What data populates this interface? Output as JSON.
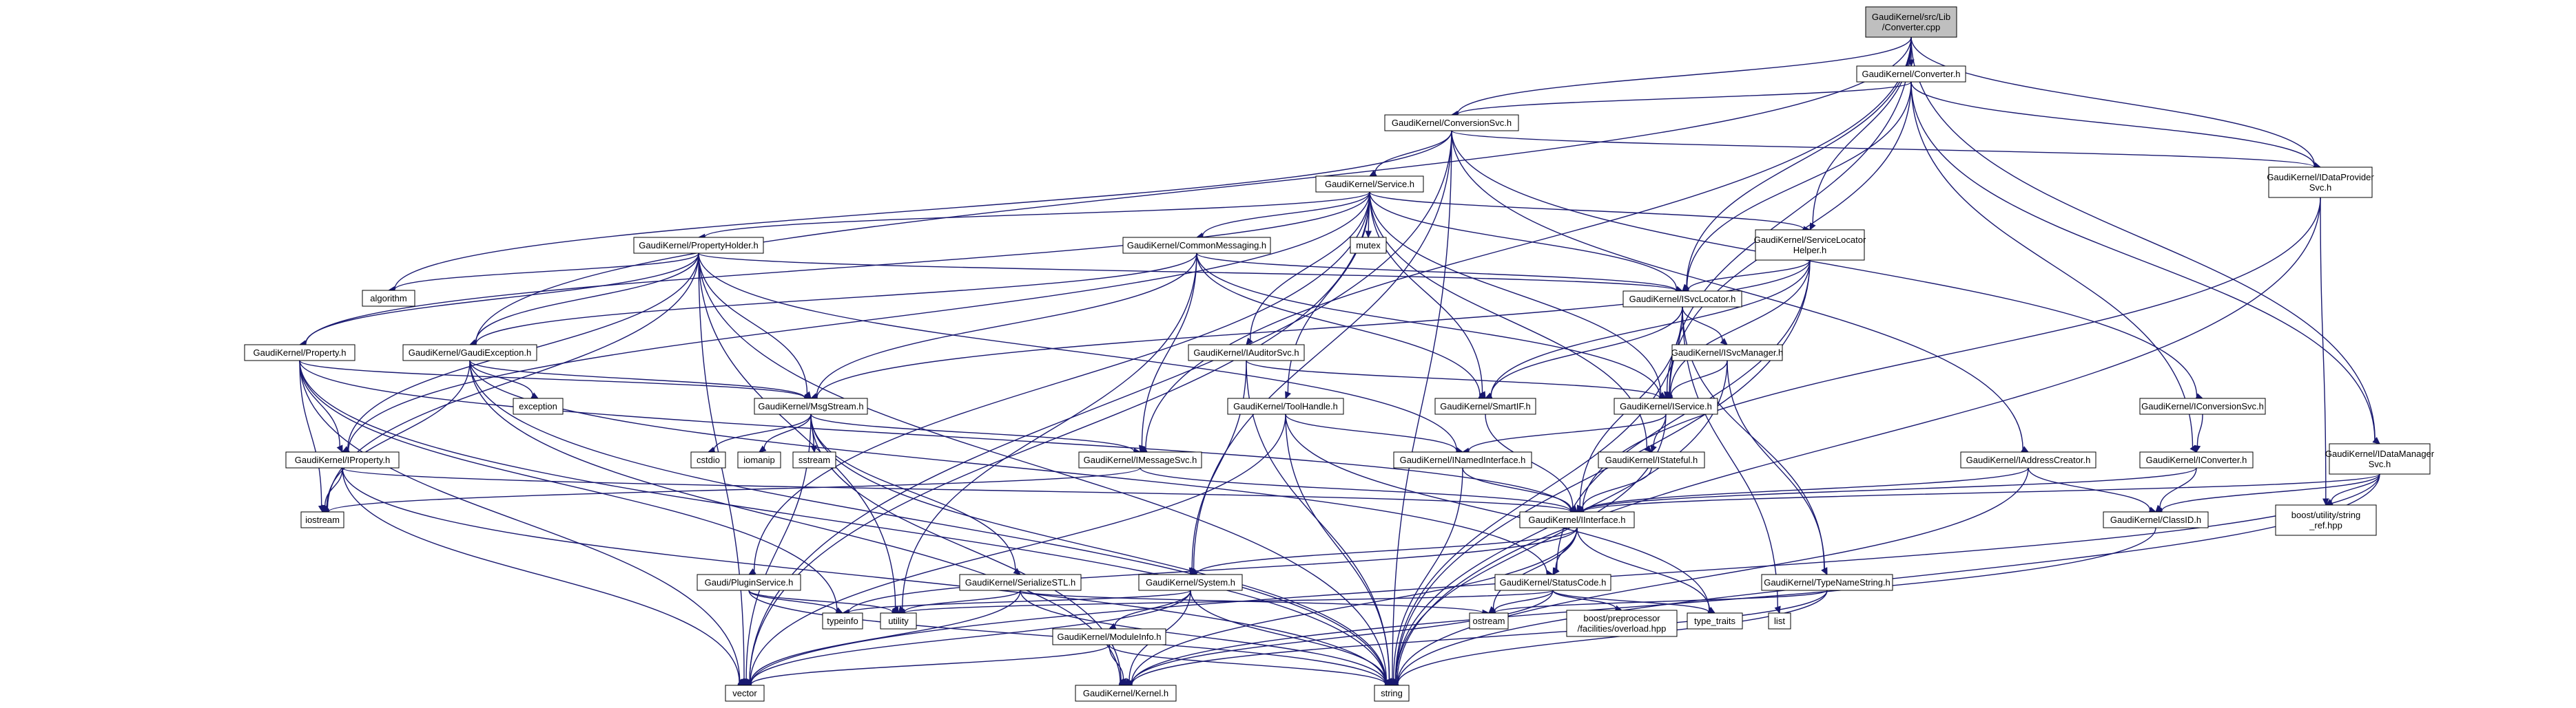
{
  "diagram": {
    "colors": {
      "default_fill": "#ffffff",
      "root_fill": "#bfbfbf",
      "default_border": "#000000",
      "red_border": "#ff0000",
      "edge": "#191970",
      "sys_border": "#bfbfbf",
      "sys_text": "#404040"
    },
    "nodes": [
      {
        "id": "root",
        "lines": [
          "GaudiKernel/src/Lib",
          "/Converter.cpp"
        ],
        "style": "root"
      },
      {
        "id": "converter_h",
        "lines": [
          "GaudiKernel/Converter.h"
        ],
        "style": "black"
      },
      {
        "id": "conversionsvc_h",
        "lines": [
          "GaudiKernel/ConversionSvc.h"
        ],
        "style": "black"
      },
      {
        "id": "service_h",
        "lines": [
          "GaudiKernel/Service.h"
        ],
        "style": "black"
      },
      {
        "id": "idataprovider",
        "lines": [
          "GaudiKernel/IDataProvider",
          "Svc.h"
        ],
        "style": "black"
      },
      {
        "id": "servicelocatorhelper",
        "lines": [
          "GaudiKernel/ServiceLocator",
          "Helper.h"
        ],
        "style": "black"
      },
      {
        "id": "propertyholder",
        "lines": [
          "GaudiKernel/PropertyHolder.h"
        ],
        "style": "red"
      },
      {
        "id": "commonmessaging",
        "lines": [
          "GaudiKernel/CommonMessaging.h"
        ],
        "style": "red"
      },
      {
        "id": "mutex",
        "lines": [
          "mutex"
        ],
        "style": "sys"
      },
      {
        "id": "algorithm",
        "lines": [
          "algorithm"
        ],
        "style": "sys"
      },
      {
        "id": "isvclocator",
        "lines": [
          "GaudiKernel/ISvcLocator.h"
        ],
        "style": "black"
      },
      {
        "id": "property_h",
        "lines": [
          "GaudiKernel/Property.h"
        ],
        "style": "red"
      },
      {
        "id": "gaudiexception",
        "lines": [
          "GaudiKernel/GaudiException.h"
        ],
        "style": "black"
      },
      {
        "id": "iauditorsvc",
        "lines": [
          "GaudiKernel/IAuditorSvc.h"
        ],
        "style": "red"
      },
      {
        "id": "isvcmanager",
        "lines": [
          "GaudiKernel/ISvcManager.h"
        ],
        "style": "red"
      },
      {
        "id": "exception",
        "lines": [
          "exception"
        ],
        "style": "sys"
      },
      {
        "id": "msgstream",
        "lines": [
          "GaudiKernel/MsgStream.h"
        ],
        "style": "black"
      },
      {
        "id": "smartif",
        "lines": [
          "GaudiKernel/SmartIF.h"
        ],
        "style": "black"
      },
      {
        "id": "iservice",
        "lines": [
          "GaudiKernel/IService.h"
        ],
        "style": "black"
      },
      {
        "id": "toolhandle",
        "lines": [
          "GaudiKernel/ToolHandle.h"
        ],
        "style": "red"
      },
      {
        "id": "iconversionsvc",
        "lines": [
          "GaudiKernel/IConversionSvc.h"
        ],
        "style": "black"
      },
      {
        "id": "iproperty",
        "lines": [
          "GaudiKernel/IProperty.h"
        ],
        "style": "red"
      },
      {
        "id": "cstdio",
        "lines": [
          "cstdio"
        ],
        "style": "sys"
      },
      {
        "id": "iomanip",
        "lines": [
          "iomanip"
        ],
        "style": "sys"
      },
      {
        "id": "sstream",
        "lines": [
          "sstream"
        ],
        "style": "sys"
      },
      {
        "id": "imessagesvc",
        "lines": [
          "GaudiKernel/IMessageSvc.h"
        ],
        "style": "black"
      },
      {
        "id": "inamedinterface",
        "lines": [
          "GaudiKernel/INamedInterface.h"
        ],
        "style": "black"
      },
      {
        "id": "istateful",
        "lines": [
          "GaudiKernel/IStateful.h"
        ],
        "style": "red"
      },
      {
        "id": "iaddresscreator",
        "lines": [
          "GaudiKernel/IAddressCreator.h"
        ],
        "style": "black"
      },
      {
        "id": "iconverter",
        "lines": [
          "GaudiKernel/IConverter.h"
        ],
        "style": "black"
      },
      {
        "id": "idatamanager",
        "lines": [
          "GaudiKernel/IDataManager",
          "Svc.h"
        ],
        "style": "black"
      },
      {
        "id": "iostream",
        "lines": [
          "iostream"
        ],
        "style": "sys"
      },
      {
        "id": "iinterface",
        "lines": [
          "GaudiKernel/IInterface.h"
        ],
        "style": "red"
      },
      {
        "id": "classid",
        "lines": [
          "GaudiKernel/ClassID.h"
        ],
        "style": "black"
      },
      {
        "id": "string_ref",
        "lines": [
          "boost/utility/string",
          "_ref.hpp"
        ],
        "style": "sys"
      },
      {
        "id": "pluginservice",
        "lines": [
          "Gaudi/PluginService.h"
        ],
        "style": "red"
      },
      {
        "id": "serializestl",
        "lines": [
          "GaudiKernel/SerializeSTL.h"
        ],
        "style": "red"
      },
      {
        "id": "system_h",
        "lines": [
          "GaudiKernel/System.h"
        ],
        "style": "red"
      },
      {
        "id": "statuscode",
        "lines": [
          "GaudiKernel/StatusCode.h"
        ],
        "style": "black"
      },
      {
        "id": "typenamestring",
        "lines": [
          "GaudiKernel/TypeNameString.h"
        ],
        "style": "black"
      },
      {
        "id": "typeinfo",
        "lines": [
          "typeinfo"
        ],
        "style": "sys"
      },
      {
        "id": "utility",
        "lines": [
          "utility"
        ],
        "style": "sys"
      },
      {
        "id": "ostream",
        "lines": [
          "ostream"
        ],
        "style": "sys"
      },
      {
        "id": "overload",
        "lines": [
          "boost/preprocessor",
          "/facilities/overload.hpp"
        ],
        "style": "sys"
      },
      {
        "id": "type_traits",
        "lines": [
          "type_traits"
        ],
        "style": "sys"
      },
      {
        "id": "list",
        "lines": [
          "list"
        ],
        "style": "sys"
      },
      {
        "id": "moduleinfo",
        "lines": [
          "GaudiKernel/ModuleInfo.h"
        ],
        "style": "black"
      },
      {
        "id": "vector",
        "lines": [
          "vector"
        ],
        "style": "sys"
      },
      {
        "id": "kernel_h",
        "lines": [
          "GaudiKernel/Kernel.h"
        ],
        "style": "black"
      },
      {
        "id": "string",
        "lines": [
          "string"
        ],
        "style": "sys"
      }
    ],
    "edges": [
      [
        "root",
        "converter_h"
      ],
      [
        "root",
        "conversionsvc_h"
      ],
      [
        "root",
        "gaudiexception"
      ],
      [
        "root",
        "isvclocator"
      ],
      [
        "root",
        "servicelocatorhelper"
      ],
      [
        "root",
        "idataprovider"
      ],
      [
        "root",
        "idatamanager"
      ],
      [
        "root",
        "iservice"
      ],
      [
        "root",
        "imessagesvc"
      ],
      [
        "converter_h",
        "conversionsvc_h"
      ],
      [
        "converter_h",
        "idataprovider"
      ],
      [
        "converter_h",
        "isvclocator"
      ],
      [
        "converter_h",
        "iconverter"
      ],
      [
        "converter_h",
        "idatamanager"
      ],
      [
        "converter_h",
        "iservice"
      ],
      [
        "conversionsvc_h",
        "service_h"
      ],
      [
        "conversionsvc_h",
        "idataprovider"
      ],
      [
        "conversionsvc_h",
        "iconversionsvc"
      ],
      [
        "conversionsvc_h",
        "iaddresscreator"
      ],
      [
        "conversionsvc_h",
        "algorithm"
      ],
      [
        "conversionsvc_h",
        "vector"
      ],
      [
        "conversionsvc_h",
        "string"
      ],
      [
        "conversionsvc_h",
        "system_h"
      ],
      [
        "service_h",
        "propertyholder"
      ],
      [
        "service_h",
        "commonmessaging"
      ],
      [
        "service_h",
        "mutex"
      ],
      [
        "service_h",
        "isvclocator"
      ],
      [
        "service_h",
        "servicelocatorhelper"
      ],
      [
        "service_h",
        "property_h"
      ],
      [
        "service_h",
        "iauditorsvc"
      ],
      [
        "service_h",
        "toolhandle"
      ],
      [
        "service_h",
        "smartif"
      ],
      [
        "service_h",
        "iservice"
      ],
      [
        "service_h",
        "istateful"
      ],
      [
        "service_h",
        "iproperty"
      ],
      [
        "service_h",
        "vector"
      ],
      [
        "service_h",
        "pluginservice"
      ],
      [
        "idataprovider",
        "iinterface"
      ],
      [
        "idataprovider",
        "string_ref"
      ],
      [
        "idataprovider",
        "string"
      ],
      [
        "servicelocatorhelper",
        "isvclocator"
      ],
      [
        "servicelocatorhelper",
        "iservice"
      ],
      [
        "servicelocatorhelper",
        "smartif"
      ],
      [
        "servicelocatorhelper",
        "statuscode"
      ],
      [
        "servicelocatorhelper",
        "string"
      ],
      [
        "servicelocatorhelper",
        "msgstream"
      ],
      [
        "propertyholder",
        "algorithm"
      ],
      [
        "propertyholder",
        "property_h"
      ],
      [
        "propertyholder",
        "gaudiexception"
      ],
      [
        "propertyholder",
        "msgstream"
      ],
      [
        "propertyholder",
        "iproperty"
      ],
      [
        "propertyholder",
        "isvclocator"
      ],
      [
        "propertyholder",
        "inamedinterface"
      ],
      [
        "propertyholder",
        "iostream"
      ],
      [
        "propertyholder",
        "utility"
      ],
      [
        "propertyholder",
        "vector"
      ],
      [
        "propertyholder",
        "string"
      ],
      [
        "commonmessaging",
        "gaudiexception"
      ],
      [
        "commonmessaging",
        "msgstream"
      ],
      [
        "commonmessaging",
        "imessagesvc"
      ],
      [
        "commonmessaging",
        "isvclocator"
      ],
      [
        "commonmessaging",
        "smartif"
      ],
      [
        "commonmessaging",
        "iservice"
      ],
      [
        "commonmessaging",
        "utility"
      ],
      [
        "isvclocator",
        "isvcmanager"
      ],
      [
        "isvclocator",
        "smartif"
      ],
      [
        "isvclocator",
        "iinterface"
      ],
      [
        "isvclocator",
        "iservice"
      ],
      [
        "isvclocator",
        "typenamestring"
      ],
      [
        "isvclocator",
        "list"
      ],
      [
        "isvclocator",
        "string"
      ],
      [
        "property_h",
        "iproperty"
      ],
      [
        "property_h",
        "msgstream"
      ],
      [
        "property_h",
        "iinterface"
      ],
      [
        "property_h",
        "vector"
      ],
      [
        "property_h",
        "string"
      ],
      [
        "property_h",
        "typeinfo"
      ],
      [
        "property_h",
        "iostream"
      ],
      [
        "gaudiexception",
        "msgstream"
      ],
      [
        "gaudiexception",
        "exception"
      ],
      [
        "gaudiexception",
        "iostream"
      ],
      [
        "gaudiexception",
        "statuscode"
      ],
      [
        "gaudiexception",
        "string"
      ],
      [
        "gaudiexception",
        "kernel_h"
      ],
      [
        "iauditorsvc",
        "iservice"
      ],
      [
        "iauditorsvc",
        "system_h"
      ],
      [
        "iauditorsvc",
        "string"
      ],
      [
        "isvcmanager",
        "iservice"
      ],
      [
        "isvcmanager",
        "typenamestring"
      ],
      [
        "isvcmanager",
        "string"
      ],
      [
        "msgstream",
        "imessagesvc"
      ],
      [
        "msgstream",
        "serializestl"
      ],
      [
        "msgstream",
        "cstdio"
      ],
      [
        "msgstream",
        "iomanip"
      ],
      [
        "msgstream",
        "sstream"
      ],
      [
        "msgstream",
        "vector"
      ],
      [
        "msgstream",
        "string"
      ],
      [
        "msgstream",
        "kernel_h"
      ],
      [
        "smartif",
        "iinterface"
      ],
      [
        "iservice",
        "inamedinterface"
      ],
      [
        "iservice",
        "istateful"
      ],
      [
        "iservice",
        "string"
      ],
      [
        "toolhandle",
        "inamedinterface"
      ],
      [
        "toolhandle",
        "string"
      ],
      [
        "toolhandle",
        "vector"
      ],
      [
        "toolhandle",
        "type_traits"
      ],
      [
        "iconversionsvc",
        "iconverter"
      ],
      [
        "iproperty",
        "iinterface"
      ],
      [
        "iproperty",
        "iostream"
      ],
      [
        "iproperty",
        "string"
      ],
      [
        "iproperty",
        "vector"
      ],
      [
        "imessagesvc",
        "iinterface"
      ],
      [
        "imessagesvc",
        "iostream"
      ],
      [
        "inamedinterface",
        "iinterface"
      ],
      [
        "inamedinterface",
        "string"
      ],
      [
        "istateful",
        "iinterface"
      ],
      [
        "iaddresscreator",
        "iinterface"
      ],
      [
        "iaddresscreator",
        "classid"
      ],
      [
        "iaddresscreator",
        "string"
      ],
      [
        "iconverter",
        "iinterface"
      ],
      [
        "iconverter",
        "classid"
      ],
      [
        "idatamanager",
        "iinterface"
      ],
      [
        "idatamanager",
        "classid"
      ],
      [
        "idatamanager",
        "string_ref"
      ],
      [
        "idatamanager",
        "string"
      ],
      [
        "idatamanager",
        "vector"
      ],
      [
        "iinterface",
        "system_h"
      ],
      [
        "iinterface",
        "statuscode"
      ],
      [
        "iinterface",
        "typeinfo"
      ],
      [
        "iinterface",
        "ostream"
      ],
      [
        "iinterface",
        "type_traits"
      ],
      [
        "iinterface",
        "kernel_h"
      ],
      [
        "classid",
        "kernel_h"
      ],
      [
        "pluginservice",
        "typeinfo"
      ],
      [
        "pluginservice",
        "utility"
      ],
      [
        "pluginservice",
        "string"
      ],
      [
        "serializestl",
        "ostream"
      ],
      [
        "serializestl",
        "utility"
      ],
      [
        "serializestl",
        "vector"
      ],
      [
        "serializestl",
        "string"
      ],
      [
        "system_h",
        "moduleinfo"
      ],
      [
        "system_h",
        "kernel_h"
      ],
      [
        "system_h",
        "string"
      ],
      [
        "system_h",
        "vector"
      ],
      [
        "system_h",
        "typeinfo"
      ],
      [
        "statuscode",
        "ostream"
      ],
      [
        "statuscode",
        "overload"
      ],
      [
        "statuscode",
        "type_traits"
      ],
      [
        "statuscode",
        "utility"
      ],
      [
        "statuscode",
        "kernel_h"
      ],
      [
        "typenamestring",
        "kernel_h"
      ],
      [
        "typenamestring",
        "string"
      ],
      [
        "typenamestring",
        "ostream"
      ],
      [
        "moduleinfo",
        "kernel_h"
      ],
      [
        "moduleinfo",
        "string"
      ],
      [
        "moduleinfo",
        "vector"
      ]
    ]
  }
}
